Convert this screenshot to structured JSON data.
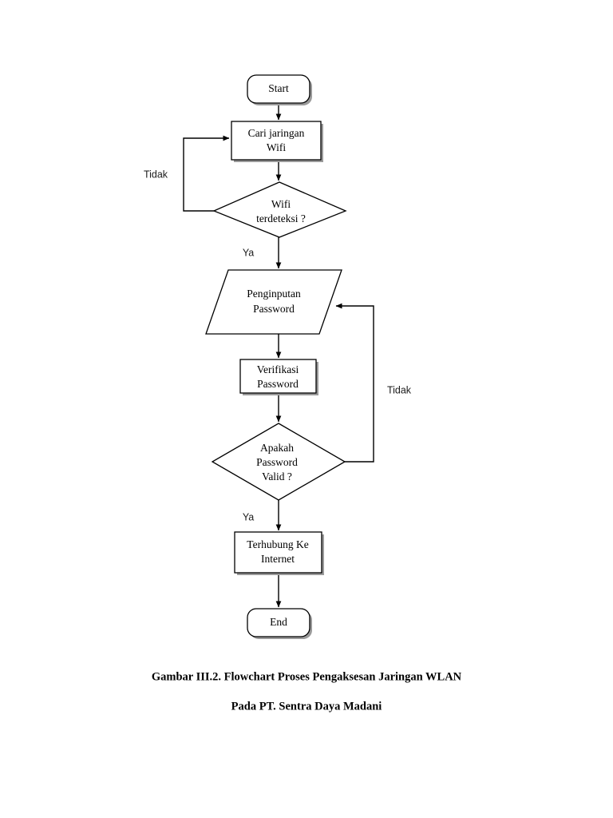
{
  "page": {
    "background": "#ffffff",
    "line_color": "#000000",
    "shadow_color": "#9a9a9a"
  },
  "diagram": {
    "type": "flowchart",
    "nodes": [
      {
        "id": "start",
        "shape": "terminator",
        "lines": [
          "Start"
        ]
      },
      {
        "id": "cari",
        "shape": "process",
        "lines": [
          "Cari jaringan",
          "Wifi"
        ]
      },
      {
        "id": "wifi_check",
        "shape": "decision",
        "lines": [
          "Wifi",
          "terdeteksi ?"
        ]
      },
      {
        "id": "input_pw",
        "shape": "input-output",
        "lines": [
          "Penginputan",
          "Password"
        ]
      },
      {
        "id": "verif",
        "shape": "process",
        "lines": [
          "Verifikasi",
          "Password"
        ]
      },
      {
        "id": "valid",
        "shape": "decision",
        "lines": [
          "Apakah",
          "Password",
          "Valid ?"
        ]
      },
      {
        "id": "connected",
        "shape": "process",
        "lines": [
          "Terhubung Ke",
          "Internet"
        ]
      },
      {
        "id": "end",
        "shape": "terminator",
        "lines": [
          "End"
        ]
      }
    ],
    "branch_labels": {
      "wifi_no": "Tidak",
      "wifi_yes": "Ya",
      "valid_no": "Tidak",
      "valid_yes": "Ya"
    }
  },
  "caption": {
    "line1": "Gambar III.2. Flowchart Proses Pengaksesan Jaringan WLAN",
    "line2": "Pada PT. Sentra Daya Madani"
  }
}
